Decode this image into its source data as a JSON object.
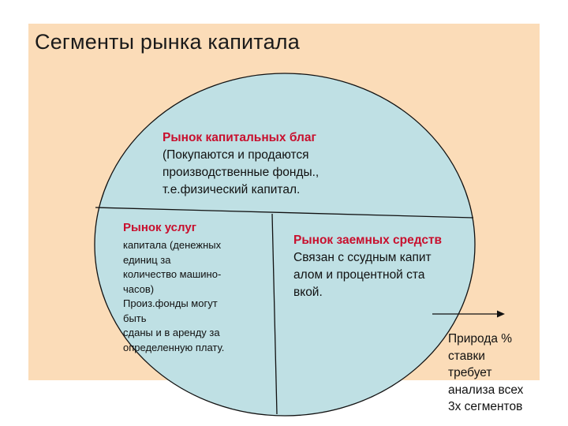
{
  "title": "Сегменты рынка капитала",
  "colors": {
    "background_panel": "#fbdcb8",
    "circle_fill": "#bfe0e4",
    "outline": "#111111",
    "heading_red": "#c8102e"
  },
  "segments": {
    "capital_goods": {
      "heading": "Рынок капитальных благ",
      "lines": [
        "(Покупаются и продаются",
        "производственные фонды.,",
        "т.е.физический капитал."
      ]
    },
    "services": {
      "heading": "Рынок услуг",
      "lines": [
        "капитала (денежных",
        "единиц за",
        "количество машино-",
        "часов)",
        "Произ.фонды могут",
        "быть",
        "сданы и в аренду за",
        "определенную плату."
      ]
    },
    "loan_funds": {
      "heading": "Рынок заемных средств",
      "lines": [
        "Связан с ссудным капит",
        "алом и  процентной ста",
        "вкой."
      ]
    }
  },
  "side_note": {
    "lines": [
      "Природа %",
      "ставки",
      "требует",
      "анализа всех",
      "3х сегментов"
    ]
  }
}
